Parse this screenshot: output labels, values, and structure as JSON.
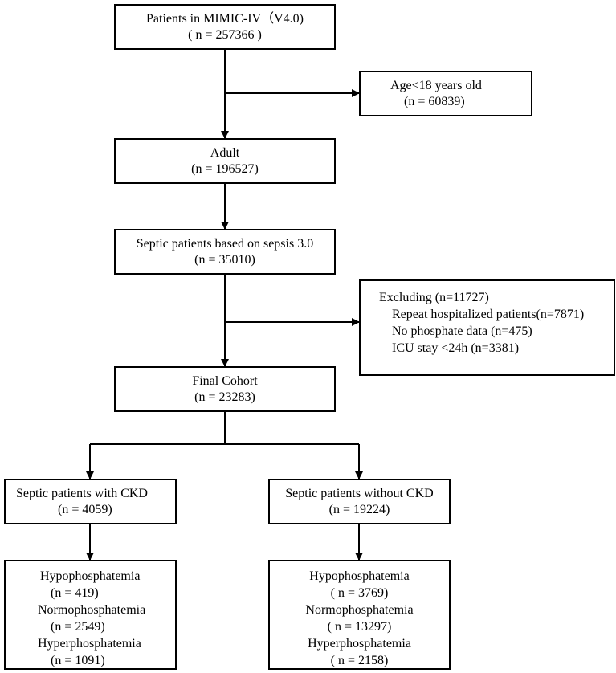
{
  "boxes": {
    "mimic": {
      "line1": "Patients in MIMIC-IV（V4.0)",
      "line2": "( n = 257366 )"
    },
    "age_exclusion": {
      "line1": "Age<18 years old",
      "line2": "(n = 60839)"
    },
    "adult": {
      "line1": "Adult",
      "line2": "(n = 196527)"
    },
    "septic": {
      "line1": "Septic patients based on sepsis 3.0",
      "line2": "(n = 35010)"
    },
    "excluding": {
      "title": "Excluding (n=11727)",
      "items": [
        "Repeat hospitalized patients(n=7871)",
        "No phosphate data (n=475)",
        "ICU stay <24h (n=3381)"
      ]
    },
    "final_cohort": {
      "line1": "Final Cohort",
      "line2": "(n = 23283)"
    },
    "with_ckd": {
      "line1": "Septic patients with CKD",
      "line2": "(n = 4059)"
    },
    "without_ckd": {
      "line1": "Septic patients without CKD",
      "line2": "(n = 19224)"
    },
    "ckd_groups": {
      "hypo_label": "Hypophosphatemia",
      "hypo_n": "(n = 419)",
      "normo_label": "Normophosphatemia",
      "normo_n": "(n = 2549)",
      "hyper_label": "Hyperphosphatemia",
      "hyper_n": "(n = 1091)"
    },
    "nonckd_groups": {
      "hypo_label": "Hypophosphatemia",
      "hypo_n": "( n = 3769)",
      "normo_label": "Normophosphatemia",
      "normo_n": "( n = 13297)",
      "hyper_label": "Hyperphosphatemia",
      "hyper_n": "( n = 2158)"
    }
  }
}
